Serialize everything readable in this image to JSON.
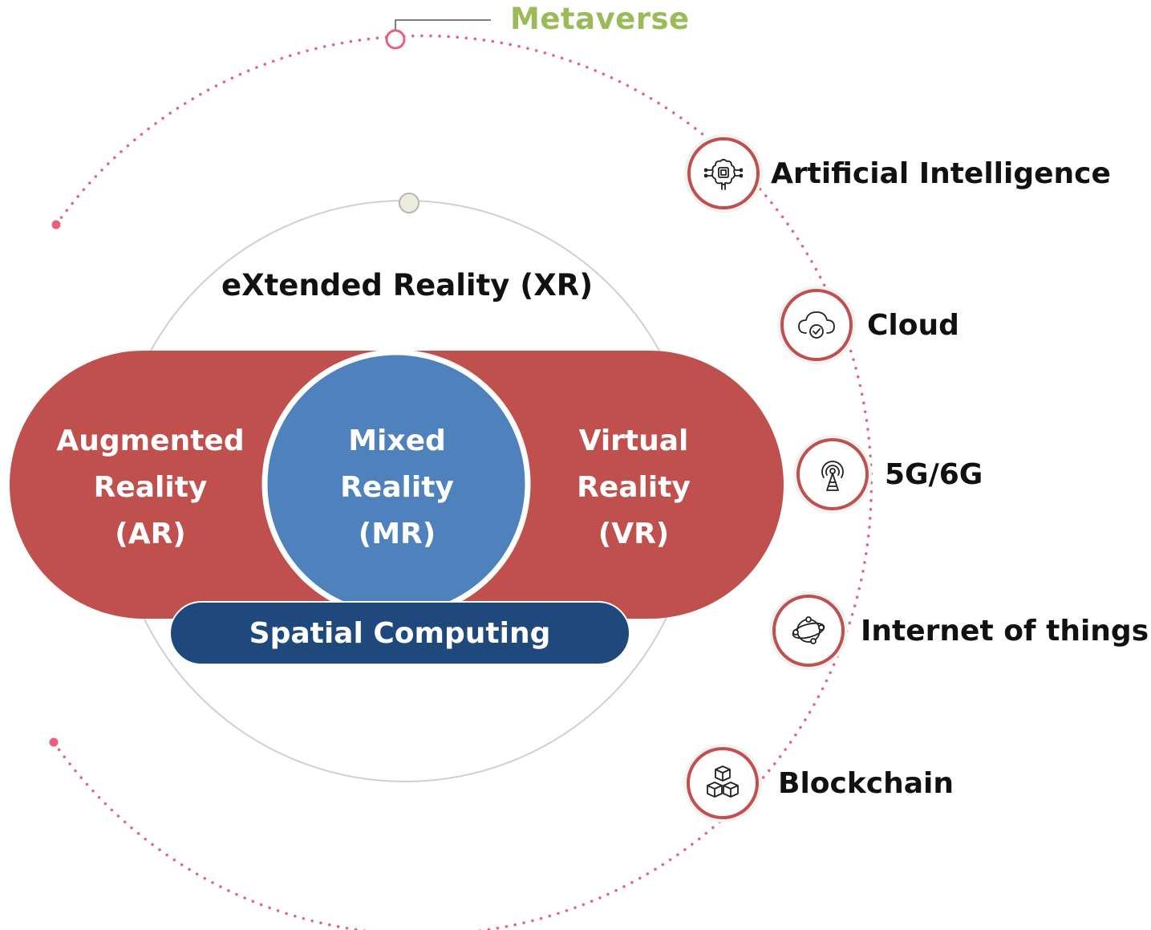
{
  "diagram": {
    "metaverse_label": "Metaverse",
    "xr_title": "eXtended Reality (XR)",
    "lobes": {
      "ar": [
        "Augmented",
        "Reality",
        "(AR)"
      ],
      "mr": [
        "Mixed",
        "Reality",
        "(MR)"
      ],
      "vr": [
        "Virtual",
        "Reality",
        "(VR)"
      ]
    },
    "spatial_label": "Spatial Computing",
    "technologies": [
      {
        "label": "Artificial Intelligence",
        "icon": "ai-chip-icon"
      },
      {
        "label": "Cloud",
        "icon": "cloud-check-icon"
      },
      {
        "label": "5G/6G",
        "icon": "antenna-tower-icon"
      },
      {
        "label": "Internet of things",
        "icon": "network-nodes-icon"
      },
      {
        "label": "Blockchain",
        "icon": "blocks-icon"
      }
    ]
  },
  "colors": {
    "metaverse_green": "#9bbb59",
    "lobe_red": "#c0504d",
    "mixed_blue": "#4f81bd",
    "spatial_navy": "#1f497d",
    "dotted_pink": "#e8607a",
    "ring_gray": "#d0d0d0",
    "top_node_fill": "#eeece1"
  }
}
